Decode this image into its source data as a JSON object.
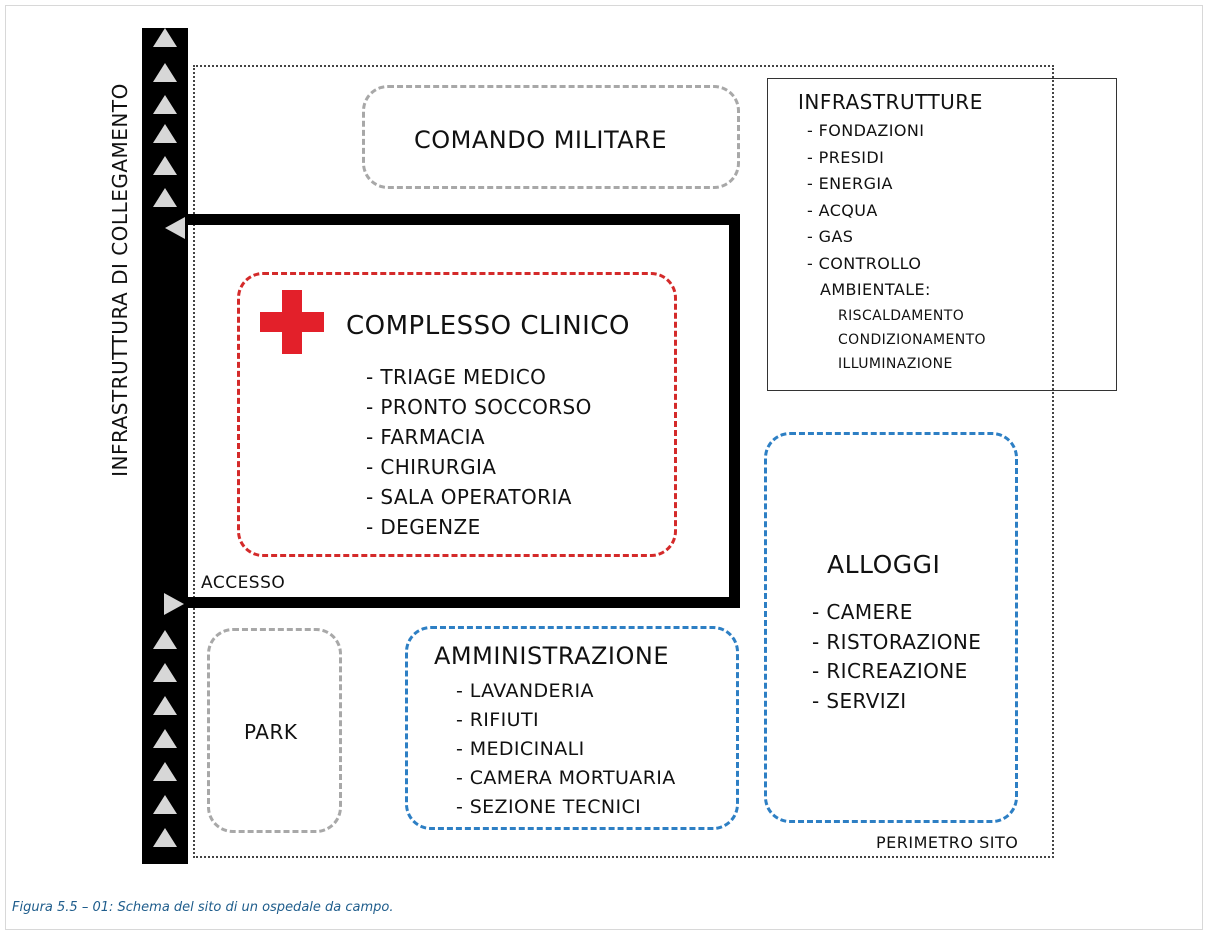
{
  "road": {
    "label": "INFRASTRUTTURA DI COLLEGAMENTO"
  },
  "access": {
    "label": "ACCESSO"
  },
  "perimeter": {
    "label": "PERIMETRO SITO"
  },
  "command": {
    "title": "COMANDO MILITARE"
  },
  "clinic": {
    "title": "COMPLESSO CLINICO",
    "items": [
      "- TRIAGE MEDICO",
      "- PRONTO SOCCORSO",
      "- FARMACIA",
      "- CHIRURGIA",
      "- SALA OPERATORIA",
      "- DEGENZE"
    ]
  },
  "infrastructure": {
    "title": "INFRASTRUTTURE",
    "items": [
      "- FONDAZIONI",
      "- PRESIDI",
      "- ENERGIA",
      "- ACQUA",
      "- GAS",
      "- CONTROLLO"
    ],
    "item_continuation": "AMBIENTALE:",
    "subitems": [
      "RISCALDAMENTO",
      "CONDIZIONAMENTO",
      "ILLUMINAZIONE"
    ]
  },
  "lodging": {
    "title": "ALLOGGI",
    "items": [
      "- CAMERE",
      "- RISTORAZIONE",
      "- RICREAZIONE",
      "- SERVIZI"
    ]
  },
  "admin": {
    "title": "AMMINISTRAZIONE",
    "items": [
      "- LAVANDERIA",
      "- RIFIUTI",
      "- MEDICINALI",
      "- CAMERA MORTUARIA",
      "- SEZIONE TECNICI"
    ]
  },
  "park": {
    "label": "PARK"
  },
  "caption": "Figura 5.5 – 01: Schema del sito di un ospedale da campo.",
  "colors": {
    "clinic_border": "#d42a2a",
    "blue_border": "#2d7fc4",
    "gray_border": "#a8a8a8",
    "red_cross": "#e3202a",
    "caption": "#1f5d8c"
  },
  "icons": [
    "road-arrow-icon",
    "red-cross-icon"
  ]
}
